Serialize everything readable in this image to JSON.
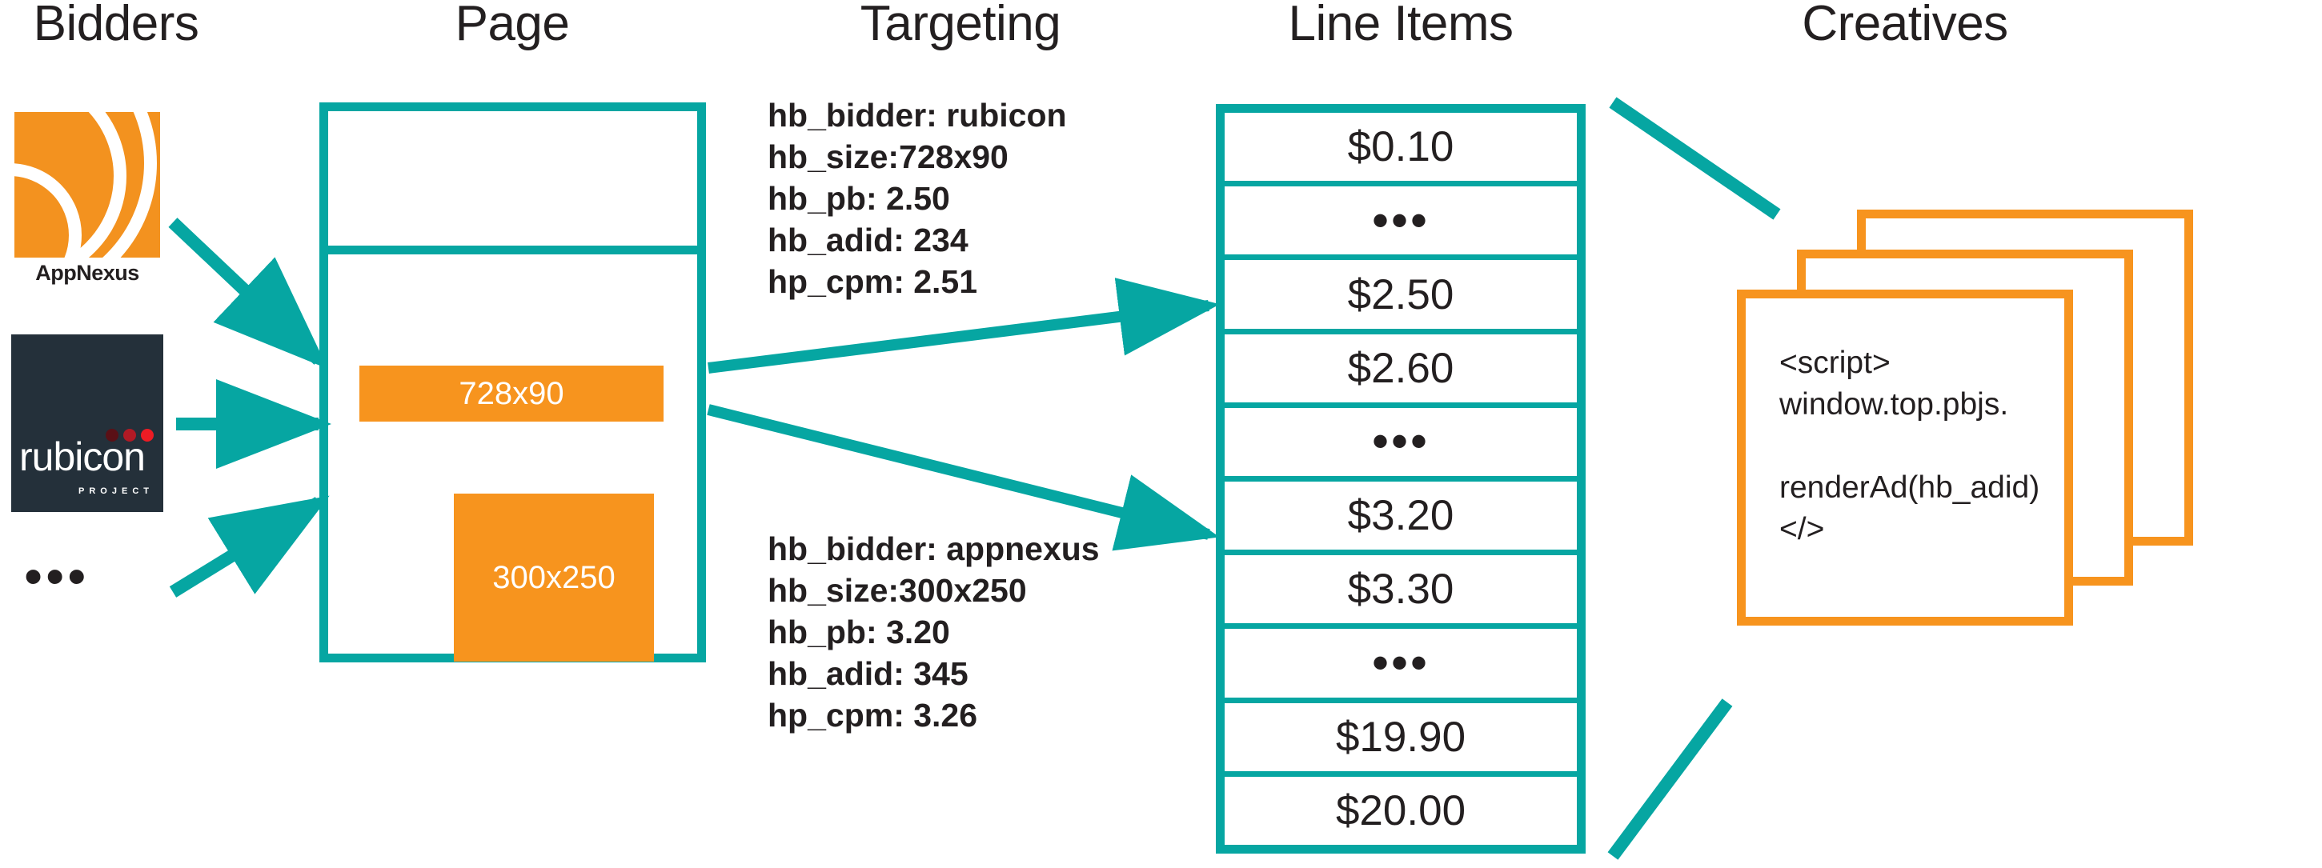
{
  "columns": {
    "bidders": "Bidders",
    "page": "Page",
    "targeting": "Targeting",
    "line_items": "Line Items",
    "creatives": "Creatives"
  },
  "colors": {
    "teal": "#06a6a2",
    "orange": "#f7941e",
    "dark": "#231f20",
    "rubicon_bg": "#24303a"
  },
  "bidders": {
    "appnexus": {
      "label": "AppNexus",
      "icon": "appnexus-logo-mark"
    },
    "rubicon": {
      "word": "rubicon",
      "sub": "PROJECT",
      "icon": "rubicon-project-logo-mark"
    },
    "more": "•••"
  },
  "page": {
    "slots": [
      {
        "label": "728x90"
      },
      {
        "label": "300x250"
      }
    ]
  },
  "targeting": {
    "blocks": [
      {
        "lines": [
          "hb_bidder: rubicon",
          "hb_size:728x90",
          "hb_pb: 2.50",
          "hb_adid: 234",
          "hp_cpm: 2.51"
        ]
      },
      {
        "lines": [
          "hb_bidder: appnexus",
          "hb_size:300x250",
          "hb_pb: 3.20",
          "hb_adid: 345",
          "hp_cpm: 3.26"
        ]
      }
    ]
  },
  "line_items": {
    "rows": [
      "$0.10",
      "•••",
      "$2.50",
      "$2.60",
      "•••",
      "$3.20",
      "$3.30",
      "•••",
      "$19.90",
      "$20.00"
    ]
  },
  "creatives": {
    "code": "<script>\nwindow.top.pbjs.\n   renderAd(hb_adid)\n</>",
    "card_count": 3
  }
}
